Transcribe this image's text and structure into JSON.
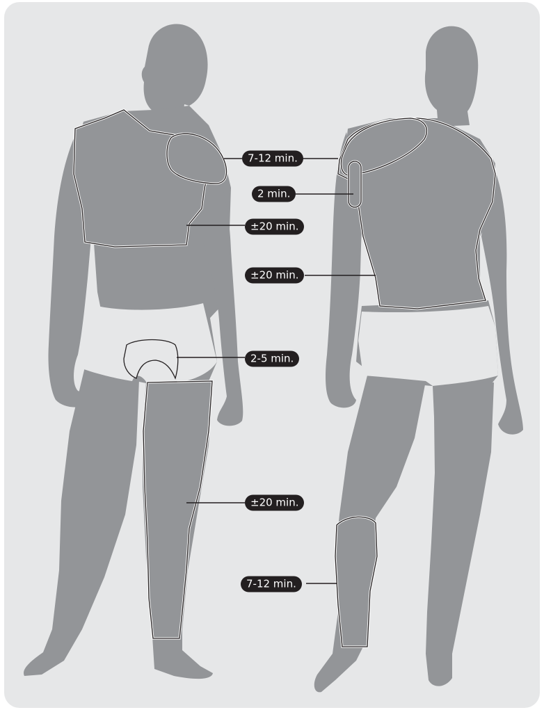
{
  "labels": {
    "front_shoulder": "7-12 min.",
    "back_upper_arm": "2 min.",
    "front_chest": "±20 min.",
    "back_torso": "±20 min.",
    "groin": "2-5 min.",
    "front_leg": "±20 min.",
    "back_calf": "7-12 min."
  },
  "colors": {
    "background": "#e6e7e8",
    "figure": "#939598",
    "label_bg": "#231f20",
    "label_text": "#ffffff",
    "zone_outline": "#ffffff"
  }
}
